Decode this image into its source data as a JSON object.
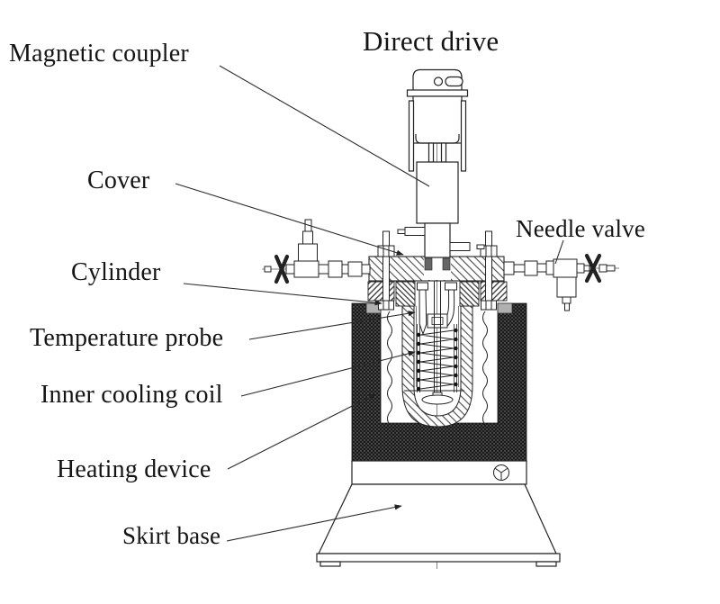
{
  "figure": {
    "kind": "technical cross-section diagram of a stirred high-pressure autoclave reactor",
    "labels": {
      "magnetic_coupler": "Magnetic coupler",
      "direct_drive": "Direct drive",
      "cover": "Cover",
      "needle_valve": "Needle valve",
      "cylinder": "Cylinder",
      "temperature_probe": "Temperature probe",
      "inner_cooling_coil": "Inner cooling coil",
      "heating_device": "Heating device",
      "skirt_base": "Skirt base"
    },
    "colors": {
      "line": "#222222",
      "heater_dark": "#1a1a1a",
      "text": "#141414",
      "background": "#ffffff"
    }
  }
}
